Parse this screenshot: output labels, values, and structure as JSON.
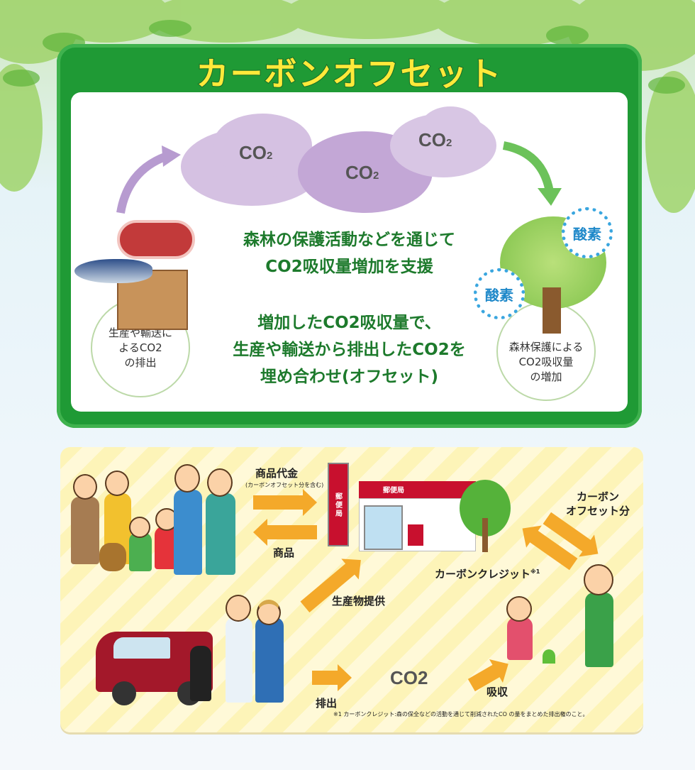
{
  "top": {
    "title": "カーボンオフセット",
    "clouds": [
      "CO",
      "CO",
      "CO"
    ],
    "sub2": "2",
    "message1": [
      "森林の保護活動などを通じて",
      "CO2吸収量増加を支援"
    ],
    "message2": [
      "増加したCO2吸収量で、",
      "生産や輸送から排出したCO2を",
      "埋め合わせ(オフセット)"
    ],
    "left_circle": [
      "生産や輸送に",
      "よるCO2",
      "の排出"
    ],
    "right_circle": [
      "森林保護による",
      "CO2吸収量",
      "の増加"
    ],
    "oxygen": "酸素"
  },
  "bottom": {
    "payment": "商品代金",
    "payment_note": "(カーボンオフセット分を含む)",
    "goods": "商品",
    "post_office": "郵便局",
    "carbon_offset": [
      "カーボン",
      "オフセット分"
    ],
    "carbon_credit": "カーボンクレジット",
    "credit_mark": "※1",
    "produce": "生産物提供",
    "emission": "排出",
    "co2": "CO2",
    "absorb": "吸収",
    "footnote": "※1 カーボンクレジット:森の保全などの活動を通じて削減されたCO の量をまとめた排出権のこと。"
  },
  "colors": {
    "green": "#1f9a35",
    "title": "#ffe93a",
    "arrow": "#f4a92a",
    "cloud": "#c9b2d9",
    "postal_red": "#c8102e"
  }
}
